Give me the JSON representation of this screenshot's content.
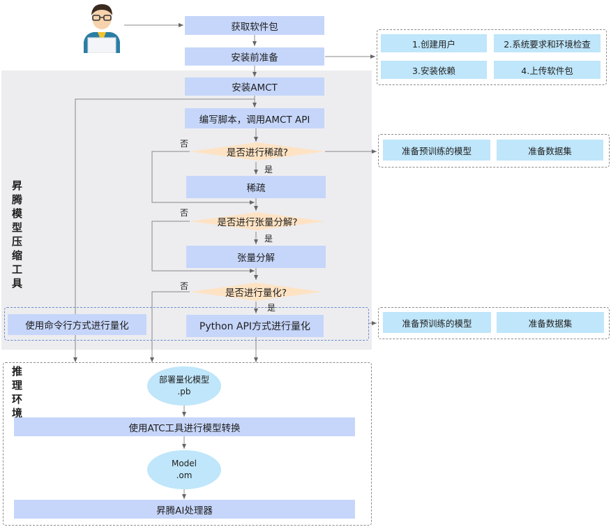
{
  "steps": {
    "get_package": "获取软件包",
    "pre_install": "安装前准备",
    "install_amct": "安装AMCT",
    "write_script": "编写脚本，调用AMCT API",
    "sparse": "稀疏",
    "tensor_decomp": "张量分解",
    "cli_quant": "使用命令行方式进行量化",
    "python_quant": "Python API方式进行量化",
    "atc_convert": "使用ATC工具进行模型转换",
    "ascend_processor": "昇腾AI处理器"
  },
  "decisions": {
    "sparse_q": "是否进行稀疏?",
    "tensor_q": "是否进行张量分解?",
    "quant_q": "是否进行量化?"
  },
  "branch_labels": {
    "no": "否",
    "yes": "是"
  },
  "prep_tasks": [
    "1.创建用户",
    "2.系统要求和环境检查",
    "3.安装依赖",
    "4.上传软件包"
  ],
  "prep_model_data": {
    "model": "准备预训练的模型",
    "dataset": "准备数据集"
  },
  "sections": {
    "compress_tool": "昇腾模型压缩工具",
    "inference_env": "推理环境"
  },
  "artifacts": {
    "pb_line1": "部署量化模型",
    "pb_line2": ".pb",
    "om_line1": "Model",
    "om_line2": ".om"
  },
  "colors": {
    "step_fill": "#c6d6fa",
    "light_fill": "#bfe6fa",
    "decision_fill": "#fde3c4",
    "panel_gray": "#ededf0"
  }
}
